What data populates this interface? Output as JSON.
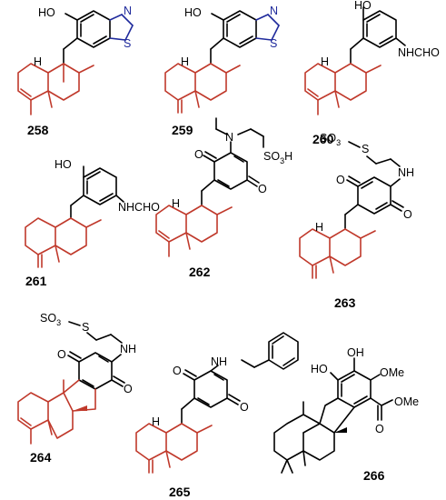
{
  "compounds": [
    {
      "id": "258",
      "labels": {
        "oh": "HO",
        "n": "N",
        "s": "S",
        "h": "H"
      }
    },
    {
      "id": "259",
      "labels": {
        "oh": "HO",
        "n": "N",
        "s": "S",
        "h": "H"
      }
    },
    {
      "id": "260",
      "labels": {
        "oh": "HO",
        "sub": "NHCHO",
        "h": "H"
      }
    },
    {
      "id": "261",
      "labels": {
        "oh": "HO",
        "sub": "NHCHO"
      }
    },
    {
      "id": "262",
      "labels": {
        "n": "N",
        "so3h_1": "SO",
        "so3h_2": "3",
        "so3h_3": "H",
        "o1": "O",
        "o2": "O",
        "h": "H"
      }
    },
    {
      "id": "263",
      "labels": {
        "so3_1": "SO",
        "so3_2": "3",
        "s": "S",
        "nh": "NH",
        "o1": "O",
        "o2": "O",
        "h": "H"
      }
    },
    {
      "id": "264",
      "labels": {
        "so3_1": "SO",
        "so3_2": "3",
        "s": "S",
        "nh": "NH",
        "o1": "O",
        "o2": "O"
      }
    },
    {
      "id": "265",
      "labels": {
        "nh": "NH",
        "o1": "O",
        "o2": "O",
        "h": "H"
      }
    },
    {
      "id": "266",
      "labels": {
        "oh1": "HO",
        "oh2": "OH",
        "ome1": "OMe",
        "ome2": "OMe",
        "o": "O"
      }
    }
  ]
}
